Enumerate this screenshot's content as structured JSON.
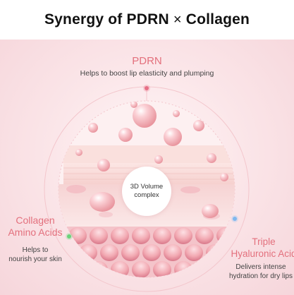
{
  "heading": {
    "left": "Synergy of PDRN",
    "times": "×",
    "right": "Collagen"
  },
  "pdrn": {
    "title": "PDRN",
    "description": "Helps to boost lip elasticity and plumping"
  },
  "center": {
    "line1": "3D Volume",
    "line2": "complex"
  },
  "collagen": {
    "title_line1": "Collagen",
    "title_line2": "Amino Acids",
    "desc_line1": "Helps to",
    "desc_line2": "nourish your skin"
  },
  "hyaluronic": {
    "title_line1": "Triple",
    "title_line2": "Hyaluronic Acid",
    "desc_line1": "Delivers intense",
    "desc_line2": "hydration for dry lips"
  },
  "colors": {
    "accent": "#e3707d",
    "dot_pink": "#e66f86",
    "dot_green": "#6bd27a",
    "dot_blue": "#7fb8ef"
  },
  "icons": {
    "pdrn_marker": "pink-dot-icon",
    "collagen_marker": "green-dot-icon",
    "hyaluronic_marker": "blue-dot-icon"
  }
}
